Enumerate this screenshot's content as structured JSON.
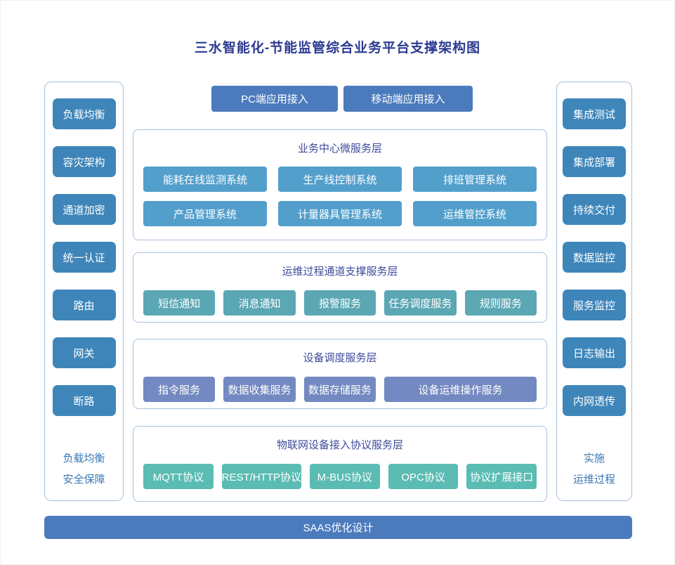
{
  "title": "三水智能化-节能监管综合业务平台支撑架构图",
  "colors": {
    "accent_blue": "#4b7bbd",
    "sidebar_button": "#3e86ba",
    "business_button": "#529fcc",
    "channel_button": "#5ba7b4",
    "device_button": "#7389c1",
    "protocol_button": "#5abcb3",
    "panel_border": "#a9bedd",
    "title_text": "#2c3a92",
    "section_title_text": "#3d4a9b",
    "side_note_text": "#3a77b5"
  },
  "top_buttons": {
    "pc": "PC端应用接入",
    "mobile": "移动端应用接入"
  },
  "left_panel": {
    "items": [
      "负载均衡",
      "容灾架构",
      "通道加密",
      "统一认证",
      "路由",
      "网关",
      "断路"
    ],
    "note_line1": "负载均衡",
    "note_line2": "安全保障"
  },
  "right_panel": {
    "items": [
      "集成测试",
      "集成部署",
      "持续交付",
      "数据监控",
      "服务监控",
      "日志输出",
      "内网透传"
    ],
    "note_line1": "实施",
    "note_line2": "运维过程"
  },
  "sections": [
    {
      "title": "业务中心微服务层",
      "rows": [
        [
          "能耗在线监测系统",
          "生产线控制系统",
          "排班管理系统"
        ],
        [
          "产品管理系统",
          "计量器具管理系统",
          "运维管控系统"
        ]
      ]
    },
    {
      "title": "运维过程通道支撑服务层",
      "rows": [
        [
          "短信通知",
          "消息通知",
          "报警服务",
          "任务调度服务",
          "规则服务"
        ]
      ]
    },
    {
      "title": "设备调度服务层",
      "rows": [
        [
          "指令服务",
          "数据收集服务",
          "数据存储服务",
          "设备运维操作服务"
        ]
      ]
    },
    {
      "title": "物联网设备接入协议服务层",
      "rows": [
        [
          "MQTT协议",
          "REST/HTTP协议",
          "M-BUS协议",
          "OPC协议",
          "协议扩展接口"
        ]
      ]
    }
  ],
  "bottom_bar": {
    "label": "SAAS优化设计"
  }
}
